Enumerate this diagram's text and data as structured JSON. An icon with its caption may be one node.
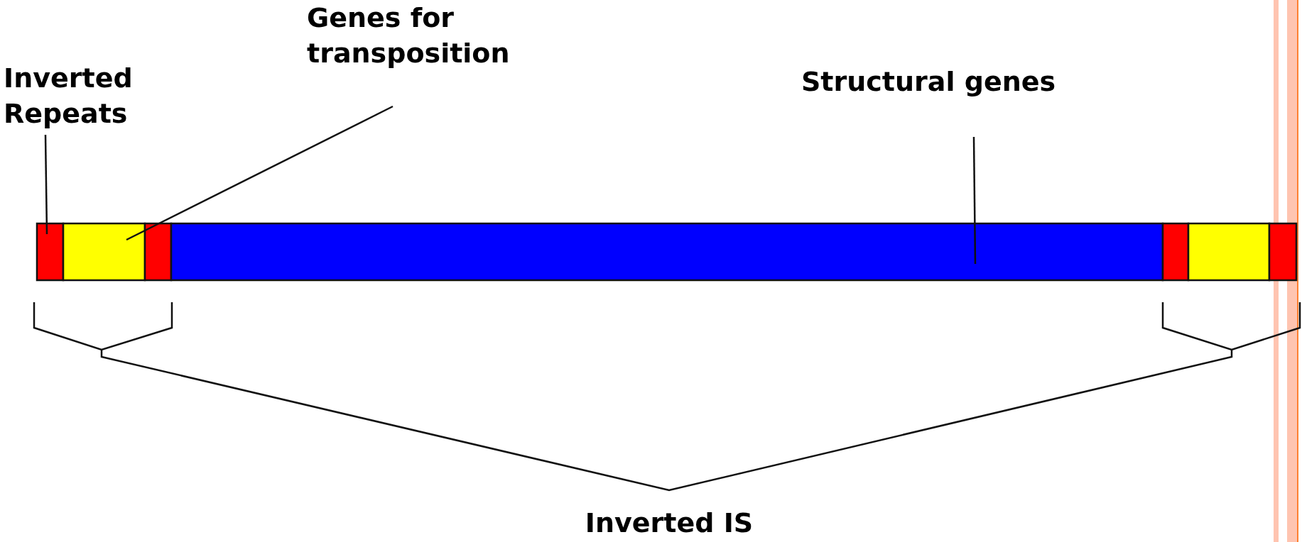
{
  "diagram": {
    "nodes": [
      {
        "text": [
          "Inverted Repeats"
        ]
      },
      {
        "text": [
          "Genes for transposition"
        ]
      },
      {
        "text": [
          "Structural genes"
        ]
      },
      {
        "text": [],
        "shape": "box"
      },
      {
        "text": [],
        "shape": "box"
      },
      {
        "text": [],
        "shape": "box"
      },
      {
        "text": [],
        "shape": "box"
      },
      {
        "text": [],
        "shape": "box"
      },
      {
        "text": [],
        "shape": "box"
      },
      {
        "text": [],
        "shape": "box"
      }
    ],
    "edges": [
      {
        "from": 0,
        "to": 3,
        "arrow": "none"
      },
      {
        "from": 1,
        "to": 4,
        "arrow": "none"
      },
      {
        "from": 2,
        "to": 6,
        "arrow": "none"
      }
    ],
    "labels": [
      "Inverted IS"
    ]
  }
}
